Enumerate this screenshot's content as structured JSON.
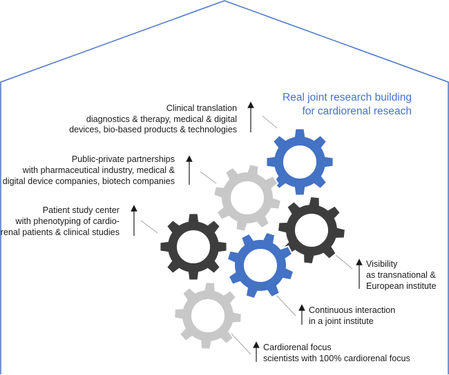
{
  "title": {
    "line1": "Real joint research building",
    "line2": "for cardiorenal reseach",
    "color": "#4472c4"
  },
  "colors": {
    "outline": "#4472c4",
    "gear_blue": "#4472c4",
    "gear_gray": "#c8c8c8",
    "gear_dark": "#3d3d3d",
    "leader": "#a6a6a6",
    "arrow": "#1a1a1a"
  },
  "gears": [
    {
      "name": "gear-blue-top",
      "color": "gear_blue"
    },
    {
      "name": "gear-gray-upper",
      "color": "gear_gray"
    },
    {
      "name": "gear-dark-right",
      "color": "gear_dark"
    },
    {
      "name": "gear-dark-left",
      "color": "gear_dark"
    },
    {
      "name": "gear-blue-middle",
      "color": "gear_blue"
    },
    {
      "name": "gear-gray-bottom",
      "color": "gear_gray"
    }
  ],
  "labels": {
    "clinical": [
      "Clinical translation",
      "diagnostics & therapy, medical & digital",
      "devices, bio-based products & technologies"
    ],
    "ppp": [
      "Public-private partnerships",
      "with pharmaceutical industry, medical &",
      "digital device companies, biotech companies"
    ],
    "patient": [
      "Patient study center",
      "with phenotyping of cardio-",
      "renal patients & clinical studies"
    ],
    "visibility": [
      "Visibility",
      "as transnational &",
      "European institute"
    ],
    "continuous": [
      "Continuous interaction",
      "in a joint institute"
    ],
    "focus": [
      "Cardiorenal focus",
      "scientists with 100% cardiorenal focus"
    ]
  }
}
